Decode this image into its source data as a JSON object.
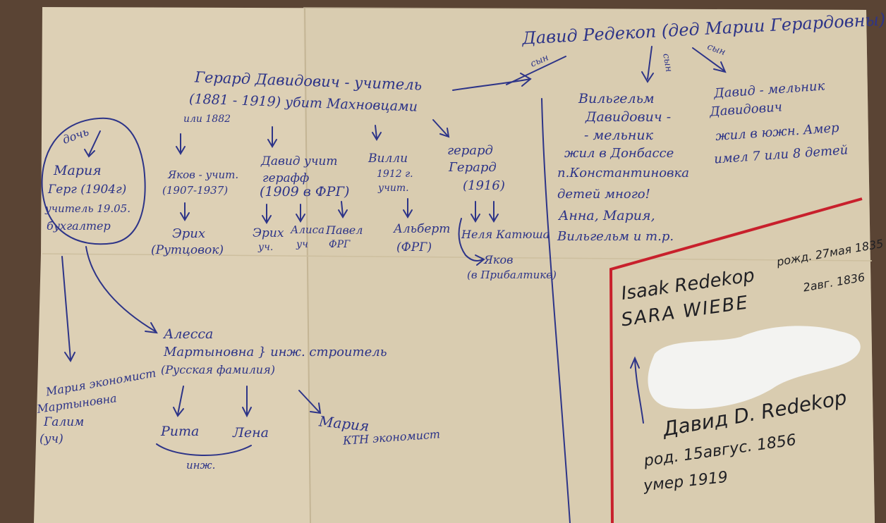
{
  "colors": {
    "table": "#5a4434",
    "paper": "#ddd0b5",
    "ink": "#2d3488",
    "marker": "#202024",
    "red_line": "#c8202c",
    "white_patch": "#f3f3f1"
  },
  "notes": {
    "david_top": "Давид Редекоп (дед Марии Герардовны)",
    "son_left": "сын",
    "son_mid": "сын",
    "son_right": "сын",
    "gerhard_line1": "Герард Давидович - учитель",
    "gerhard_line2": "(1881 - 1919) убит Махновцами",
    "gerhard_line3": "или 1882",
    "wilhelm_line1": "Вильгельм",
    "wilhelm_line2": "Давидович -",
    "wilhelm_line3": "- мельник",
    "wilhelm_line4": "жил в Донбассе",
    "wilhelm_line5": "п.Константиновка",
    "wilhelm_line6": "детей много!",
    "wilhelm_line7": "Анна, Мария,",
    "wilhelm_line8": "Вильгельм и т.р.",
    "david2_line1": "Давид - мельник",
    "david2_line2": "Давидович",
    "david2_line3": "жил в южн. Амер",
    "david2_line4": "имел 7 или 8 детей",
    "daughter": "дочь",
    "maria_line1": "Мария",
    "maria_line2": "Герг (1904г)",
    "maria_line3": "учитель 19.05.",
    "maria_line4": "бухгалтер",
    "jakob_line1": "Яков - учит.",
    "jakob_line2": "(1907-1937)",
    "david3_line1": "Давид учит",
    "david3_line2": "герафф",
    "david3_line3": "(1909 в ФРГ)",
    "willi_line1": "Вилли",
    "willi_line2": "1912 г.",
    "willi_line3": "учит.",
    "gerhard2_line1": "герард",
    "gerhard2_line2": "Герард",
    "gerhard2_line3": "(1916)",
    "erich1_line1": "Эрих",
    "erich1_line2": "(Рутцовок)",
    "erich2_line1": "Эрих",
    "erich2_line2": "уч.",
    "alisa_line1": "Алиса",
    "alisa_line2": "уч",
    "pavel_line1": "Павел",
    "pavel_line2": "ФРГ",
    "albert_line1": "Альберт",
    "albert_line2": "(ФРГ)",
    "nelya_katya": "Неля Катюша",
    "yakov2_line1": "Яков",
    "yakov2_line2": "(в Прибалтике)",
    "alessa_line1": "Алесса",
    "alessa_line2": "Мартыновна } инж. строитель",
    "alessa_line3": "(Русская фамилия)",
    "maria2_line1": "Мария экономист",
    "maria2_line2": "Мартыновна",
    "maria2_line3": "Галим",
    "maria2_line4": "(уч)",
    "rita": "Рита",
    "lena": "Лена",
    "inzh": "инж.",
    "maria3_line1": "Мария",
    "maria3_line2": "КТН экономист",
    "isaak_line": "Isaak Redekop",
    "isaak_born": "рожд. 27мая 1835",
    "sara_line": "SARA WIEBE",
    "sara_born": "2авг. 1836",
    "david_p_line": "Давид D. Redekop",
    "david_p_born": "род. 15авгус. 1856",
    "david_p_died": "умер 1919"
  }
}
